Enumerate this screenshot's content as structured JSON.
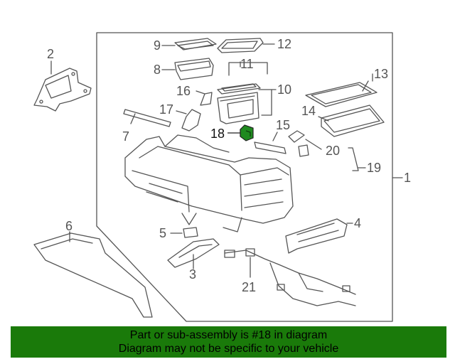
{
  "callouts": {
    "c1": "1",
    "c2": "2",
    "c3": "3",
    "c4": "4",
    "c5": "5",
    "c6": "6",
    "c7": "7",
    "c8": "8",
    "c9": "9",
    "c10": "10",
    "c11": "11",
    "c12": "12",
    "c13": "13",
    "c14": "14",
    "c15": "15",
    "c16": "16",
    "c17": "17",
    "c18": "18",
    "c19": "19",
    "c20": "20",
    "c21": "21"
  },
  "highlighted_part": "18",
  "colors": {
    "line": "#555555",
    "highlight": "#1f8a1f",
    "banner": "#1a7a0a"
  },
  "banner": {
    "line1": "Part or sub-assembly is #18 in diagram",
    "line2": "Diagram may not be specific to your vehicle"
  }
}
